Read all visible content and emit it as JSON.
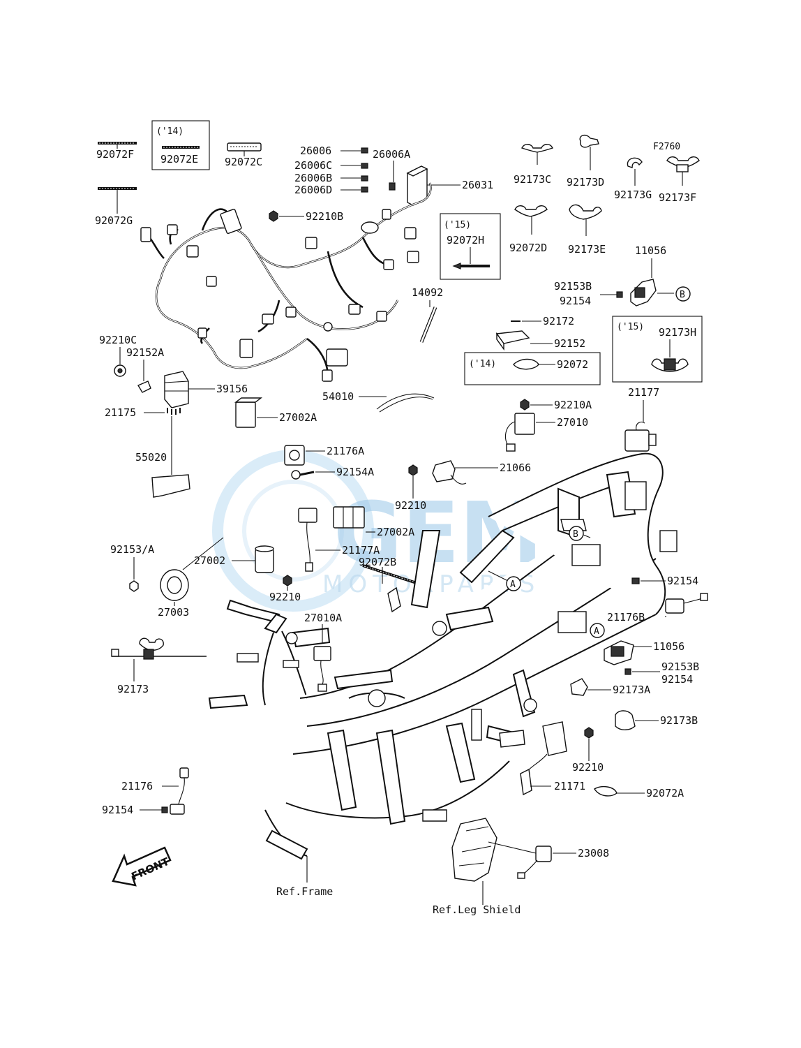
{
  "diagram": {
    "figure_code": "F2760",
    "watermark": {
      "brand": "GEM",
      "subtitle": "MOTORPARTS"
    },
    "front_label": "FRONT",
    "ref_labels": {
      "frame": "Ref.Frame",
      "leg_shield": "Ref.Leg Shield"
    },
    "callouts": {
      "a": "A",
      "b": "B"
    },
    "year_notes": {
      "y14": "('14)",
      "y15": "('15)"
    },
    "parts": {
      "p92072F": "92072F",
      "p92072G": "92072G",
      "p92072E": "92072E",
      "p92072C": "92072C",
      "p26006": "26006",
      "p26006A": "26006A",
      "p26006C": "26006C",
      "p26006B": "26006B",
      "p26006D": "26006D",
      "p26031": "26031",
      "p92210B": "92210B",
      "p92072H": "92072H",
      "p92173C": "92173C",
      "p92173D": "92173D",
      "p92173G": "92173G",
      "p92173F": "92173F",
      "p92072D": "92072D",
      "p92173E": "92173E",
      "p11056_top": "11056",
      "p92153B_top": "92153B",
      "p92154_top": "92154",
      "p14092": "14092",
      "p92172": "92172",
      "p92152": "92152",
      "p92072": "92072",
      "p92173H": "92173H",
      "p21177": "21177",
      "p92210C": "92210C",
      "p92152A": "92152A",
      "p39156": "39156",
      "p21175": "21175",
      "p27002A_top": "27002A",
      "p54010": "54010",
      "p92210A": "92210A",
      "p27010": "27010",
      "p55020": "55020",
      "p21176A": "21176A",
      "p92154A": "92154A",
      "p21066": "21066",
      "p92210_mid": "92210",
      "p27002A_mid": "27002A",
      "p92153A": "92153/A",
      "p21177A": "21177A",
      "p27002": "27002",
      "p92072B": "92072B",
      "p92210_low": "92210",
      "p27003": "27003",
      "p92154_right": "92154",
      "p21176B": "21176B",
      "p11056_low": "11056",
      "p92153B_low": "92153B",
      "p92154_low": "92154",
      "p27010A": "27010A",
      "p92173": "92173",
      "p92173A": "92173A",
      "p92173B": "92173B",
      "p92210_right": "92210",
      "p21176": "21176",
      "p21171": "21171",
      "p92072A": "92072A",
      "p92154_left": "92154",
      "p23008": "23008"
    }
  }
}
